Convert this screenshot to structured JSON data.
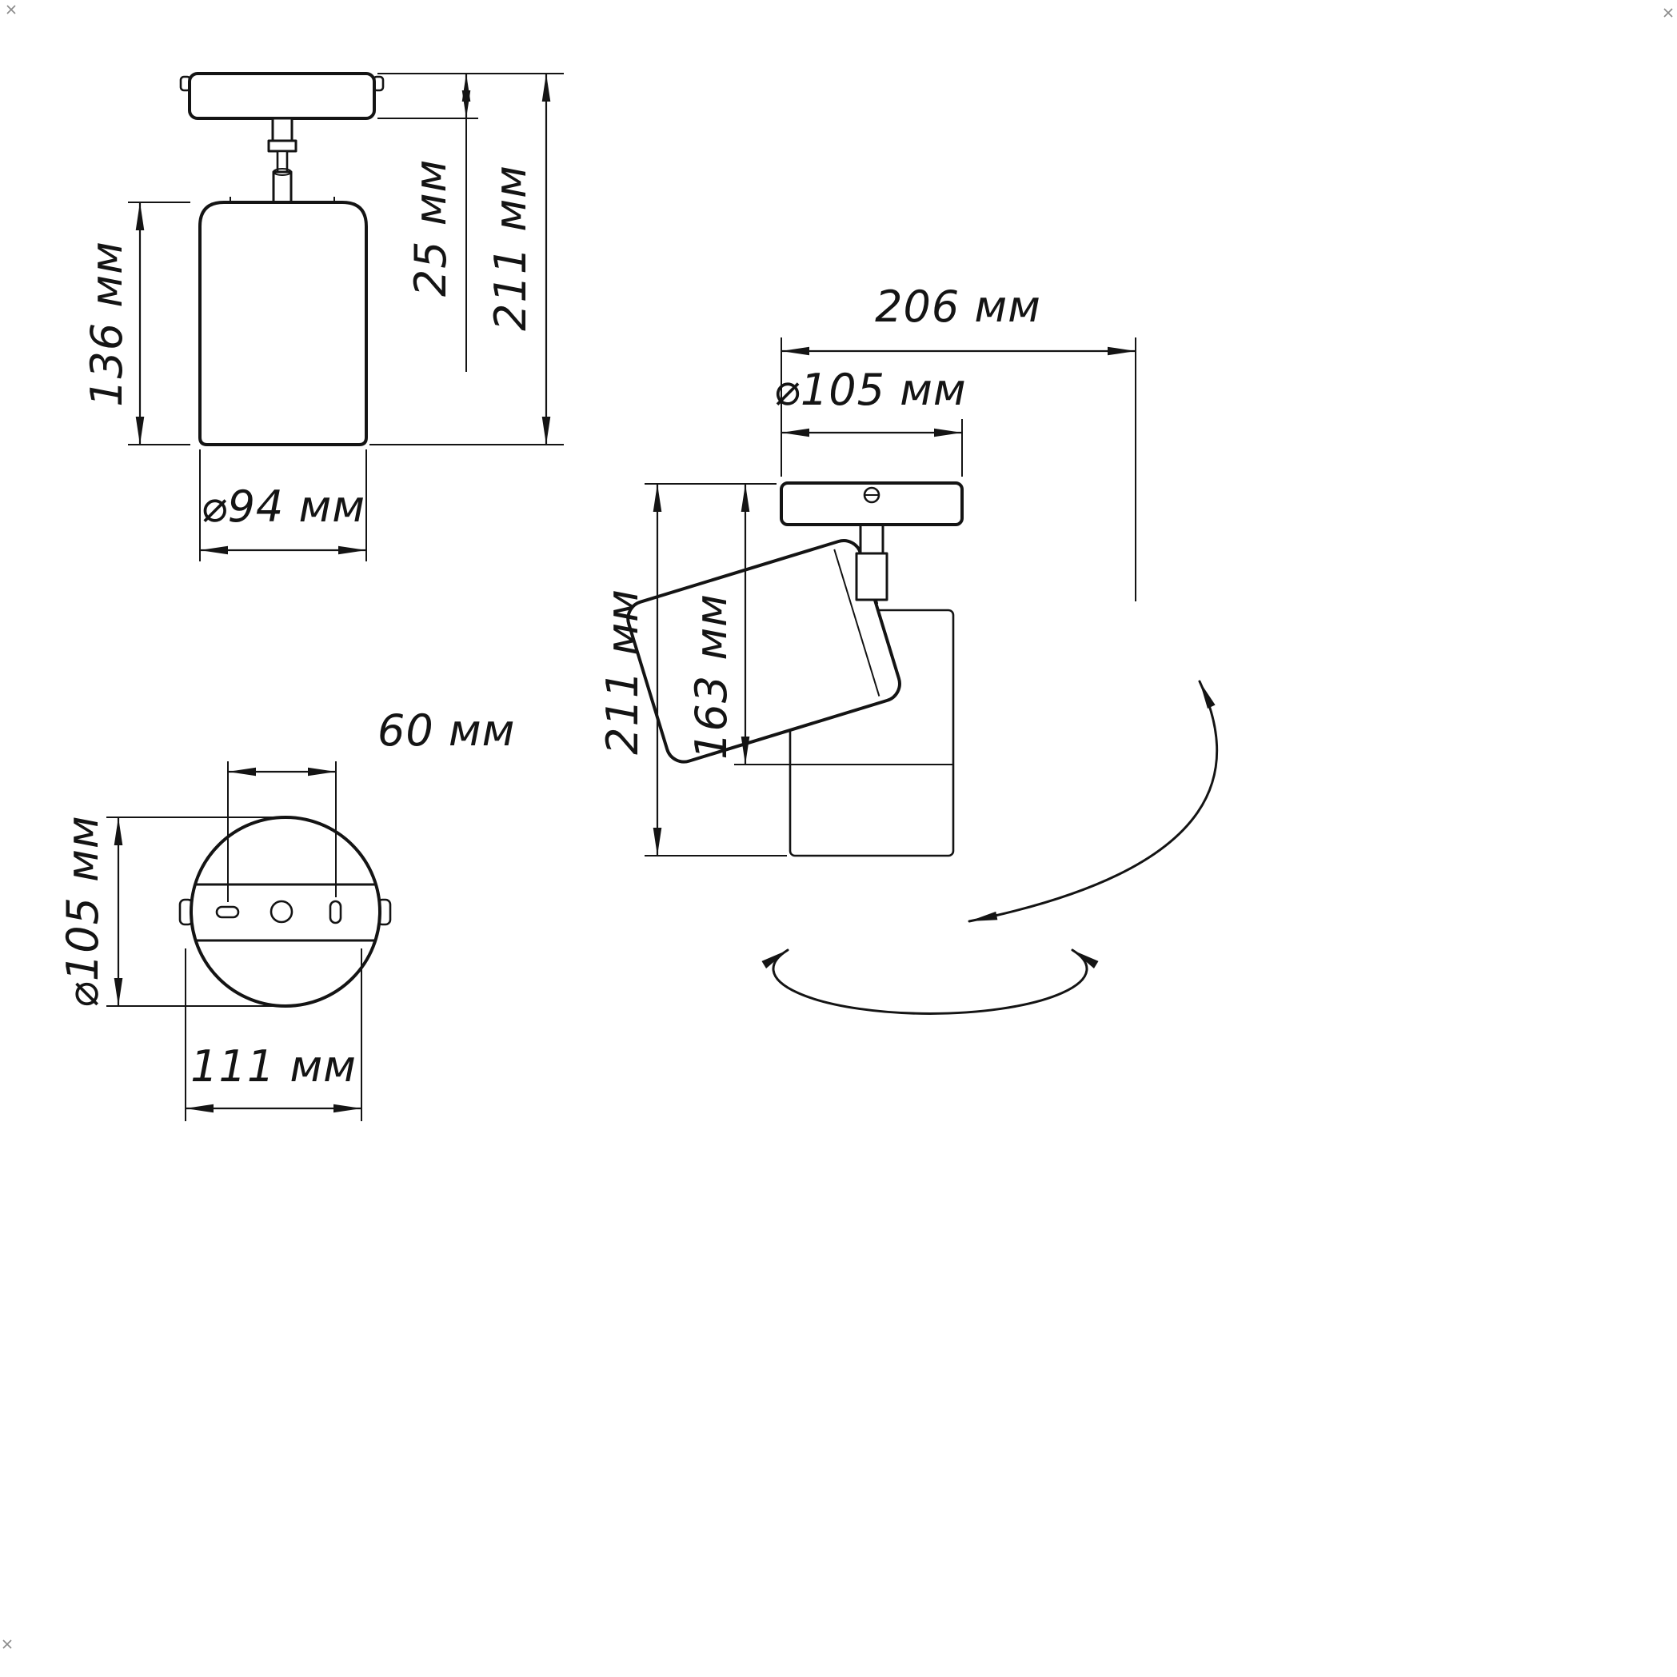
{
  "colors": {
    "ink": "#141414",
    "background": "#ffffff"
  },
  "views": {
    "front": {
      "dim_plate_height": "25 мм",
      "dim_total_height": "211 мм",
      "dim_shade_height": "136 мм",
      "dim_shade_diameter": "⌀94 мм"
    },
    "bottom": {
      "dim_hole_spacing": "60 мм",
      "dim_diameter": "⌀105 мм",
      "dim_width": "111 мм"
    },
    "side": {
      "dim_width": "206 мм",
      "dim_plate_diameter": "⌀105 мм",
      "dim_total_height": "211 мм",
      "dim_tilted_height": "163 мм"
    }
  }
}
